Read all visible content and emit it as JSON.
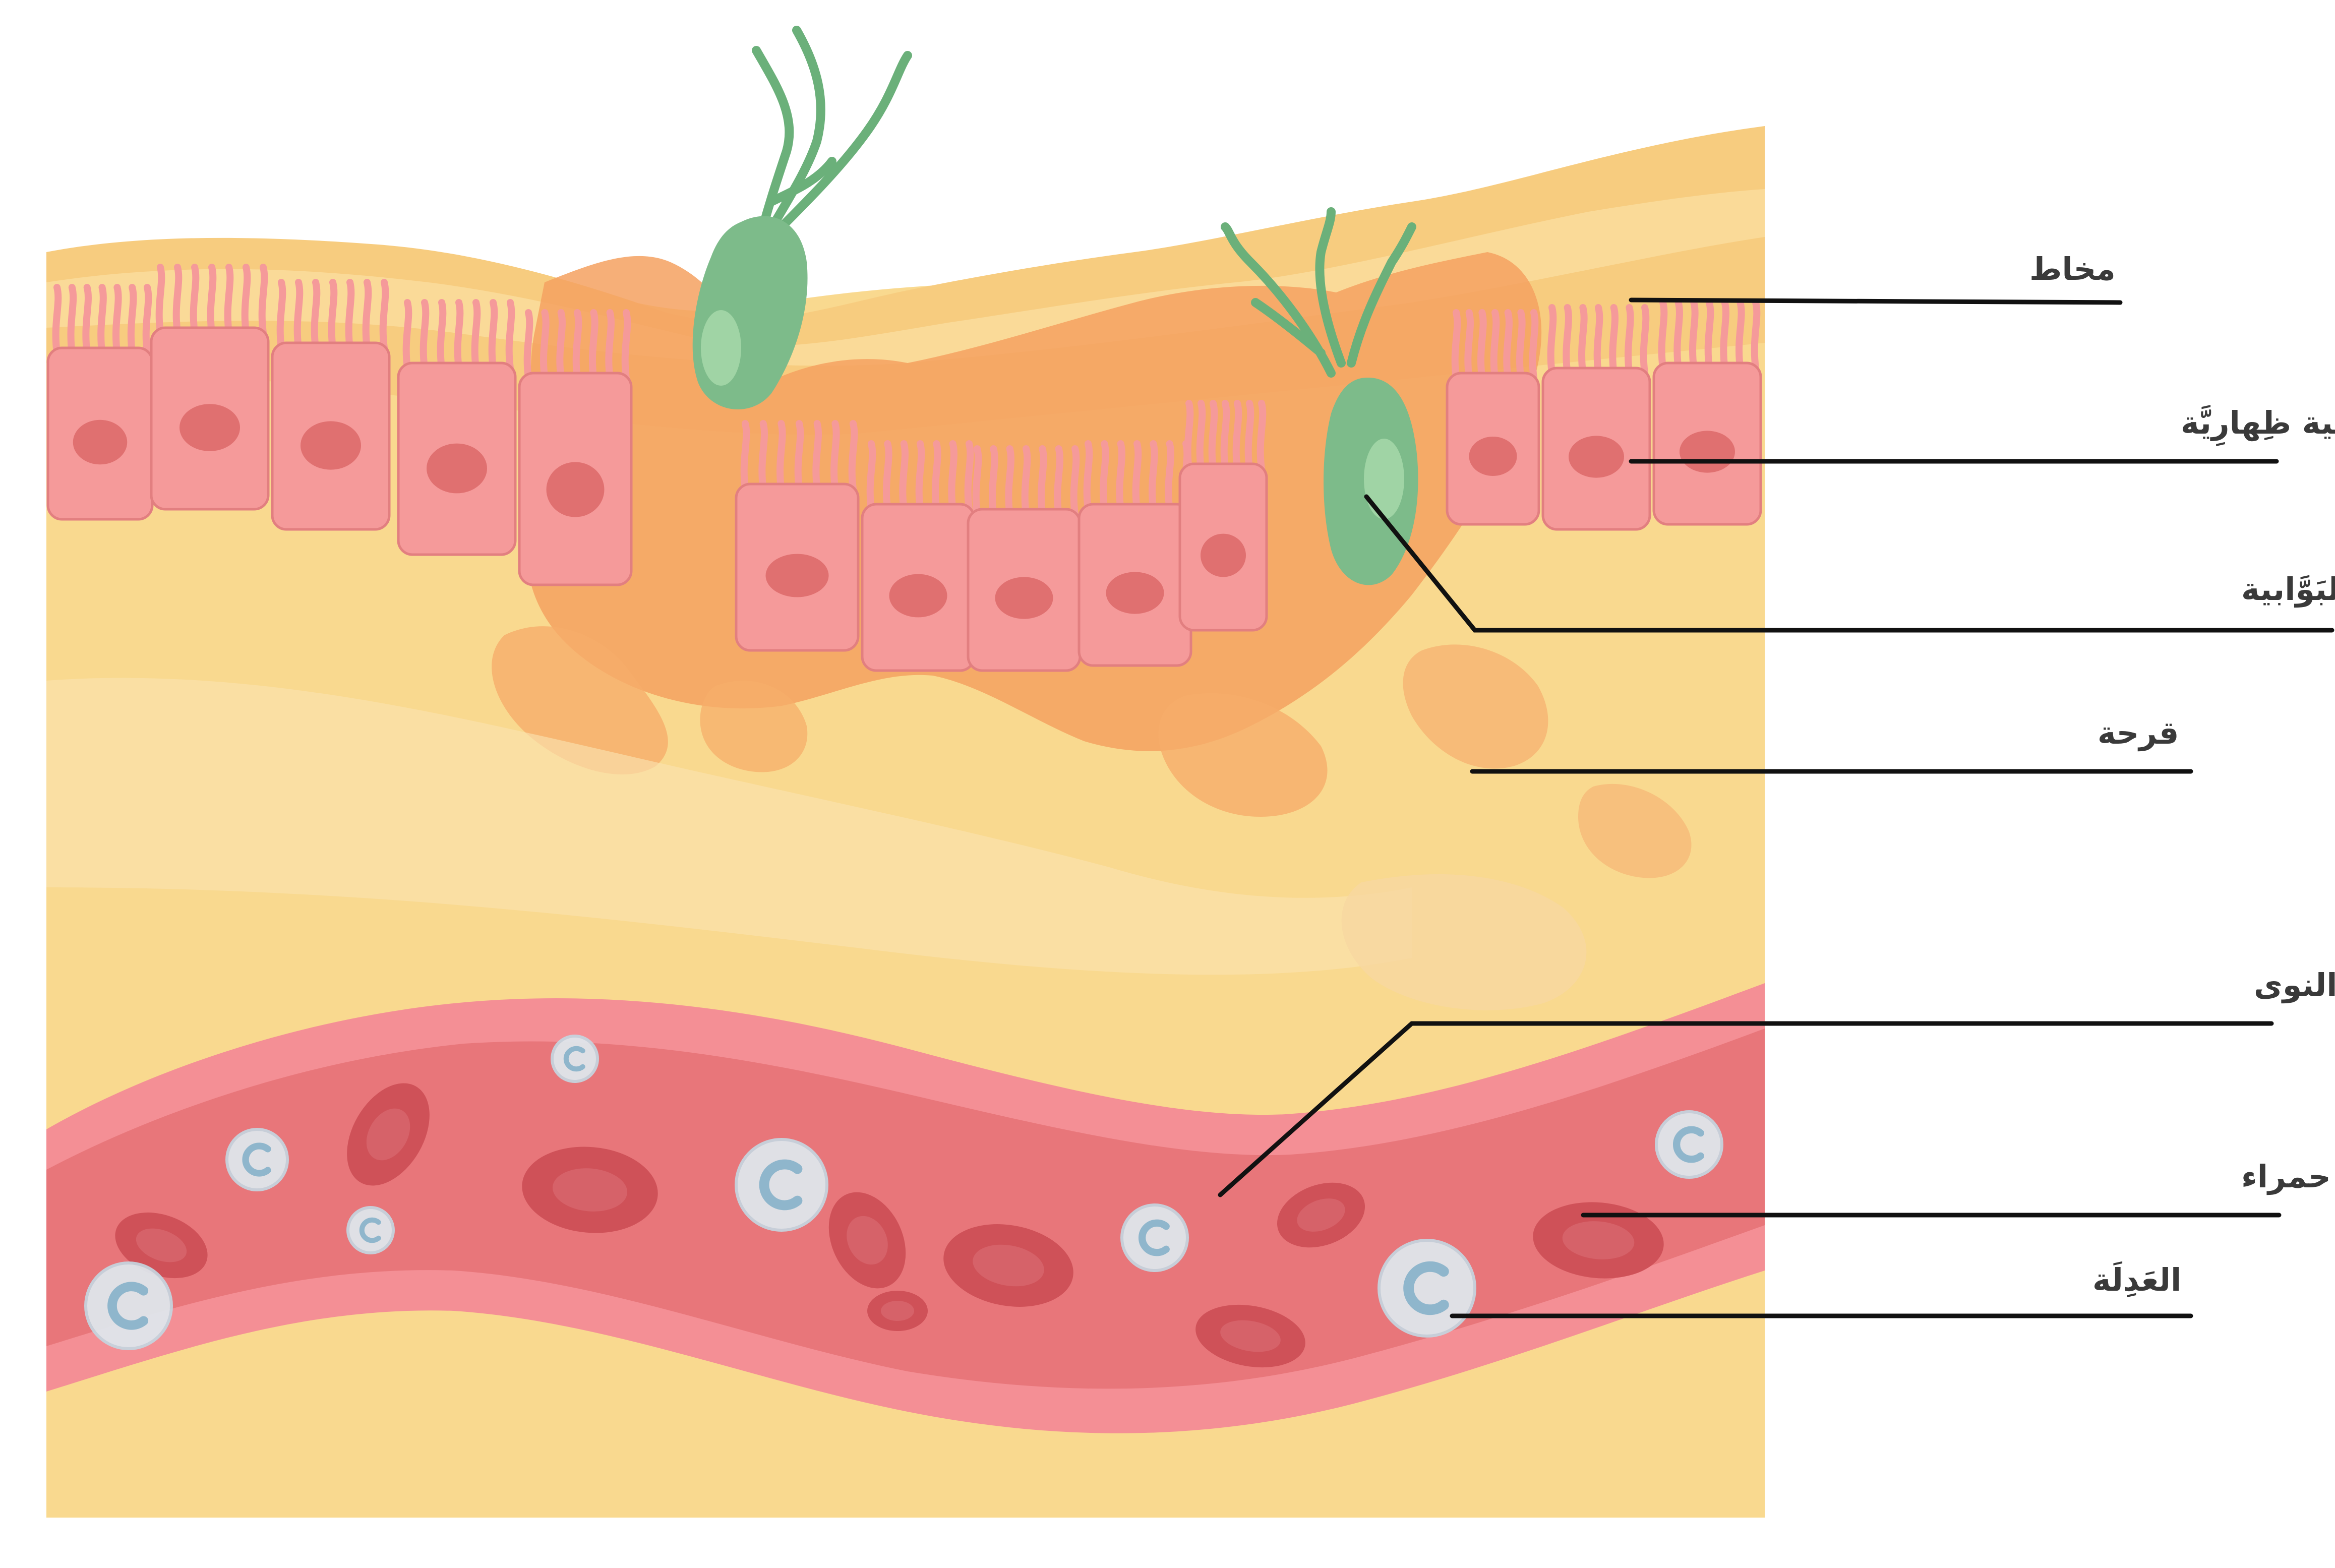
{
  "figure": {
    "subject": "Helicobacter pylori gastric ulcer cross-section",
    "colors": {
      "tissue": "#f9d98f",
      "mucus": "#f7c97a",
      "inflamed": "#f5a160",
      "epithelial_cell": "#f59a9a",
      "nucleus": "#e07070",
      "bacteria": "#7dbb8a",
      "vessel_wall": "#f48f95",
      "vessel_lumen": "#e8767a",
      "red_blood_cell": "#cf5158",
      "immune_cell": "#d9e6ee",
      "leader_line": "#111111"
    }
  },
  "labels": {
    "mucus": "مخاط",
    "epithelial_cell": "خلية ظِهارِيَّة",
    "bacteria": "البكتيريا المَلْوِيَّة البَوَّابية",
    "ulcer": "قرحة",
    "monocyte": "خلية مناعية وحيدة النوى",
    "red_blood_cell": "خلية دم حمراء",
    "neutrophil": "العَدِلَة"
  }
}
